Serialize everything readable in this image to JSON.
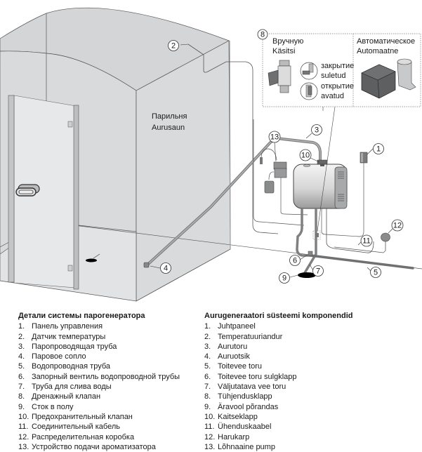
{
  "diagram": {
    "room_label": [
      "Парильня",
      "Aurusaun"
    ],
    "callouts": [
      "1",
      "2",
      "3",
      "4",
      "5",
      "6",
      "7",
      "8",
      "9",
      "10",
      "11",
      "12",
      "13"
    ],
    "inset": {
      "manual_title": [
        "Вручную",
        "Käsitsi"
      ],
      "closed_label": [
        "закрытие",
        "suletud"
      ],
      "open_label": [
        "открытие",
        "avatud"
      ],
      "automatic_title": [
        "Автоматическое",
        "Automaatne"
      ]
    },
    "colors": {
      "wall": "#d9dadc",
      "floor": "#e4e5e7",
      "line": "#555555",
      "pipe": "#8a8b8d",
      "drain": "#000000"
    }
  },
  "legend_ru": {
    "title": "Детали системы парогенератора",
    "items": [
      {
        "n": "1.",
        "text": "Панель управления"
      },
      {
        "n": "2.",
        "text": "Датчик температуры"
      },
      {
        "n": "3.",
        "text": "Паропроводящая труба"
      },
      {
        "n": "4.",
        "text": "Паровое сопло"
      },
      {
        "n": "5.",
        "text": "Водопроводная труба"
      },
      {
        "n": "6.",
        "text": "Запорный вентиль водопроводной трубы"
      },
      {
        "n": "7.",
        "text": "Труба для слива воды"
      },
      {
        "n": "8.",
        "text": "Дренажный клапан"
      },
      {
        "n": "9.",
        "text": "Сток в полу"
      },
      {
        "n": "10.",
        "text": "Предохранительный клапан"
      },
      {
        "n": "11.",
        "text": "Соединительный кабель"
      },
      {
        "n": "12.",
        "text": "Распределительная коробка"
      },
      {
        "n": "13.",
        "text": "Устройство подачи ароматизатора"
      }
    ]
  },
  "legend_et": {
    "title": "Aurugeneraatori süsteemi komponendid",
    "items": [
      {
        "n": "1.",
        "text": "Juhtpaneel"
      },
      {
        "n": "2.",
        "text": "Temperatuuriandur"
      },
      {
        "n": "3.",
        "text": "Aurutoru"
      },
      {
        "n": "4.",
        "text": "Auruotsik"
      },
      {
        "n": "5.",
        "text": "Toitevee toru"
      },
      {
        "n": "6.",
        "text": "Toitevee toru sulgklapp"
      },
      {
        "n": "7.",
        "text": "Väljutatava vee toru"
      },
      {
        "n": "8.",
        "text": "Tühjendusklapp"
      },
      {
        "n": "9.",
        "text": "Äravool põrandas"
      },
      {
        "n": "10.",
        "text": "Kaitseklapp"
      },
      {
        "n": "11.",
        "text": "Ühenduskaabel"
      },
      {
        "n": "12.",
        "text": "Harukarp"
      },
      {
        "n": "13.",
        "text": "Lõhnaaine pump"
      }
    ]
  }
}
